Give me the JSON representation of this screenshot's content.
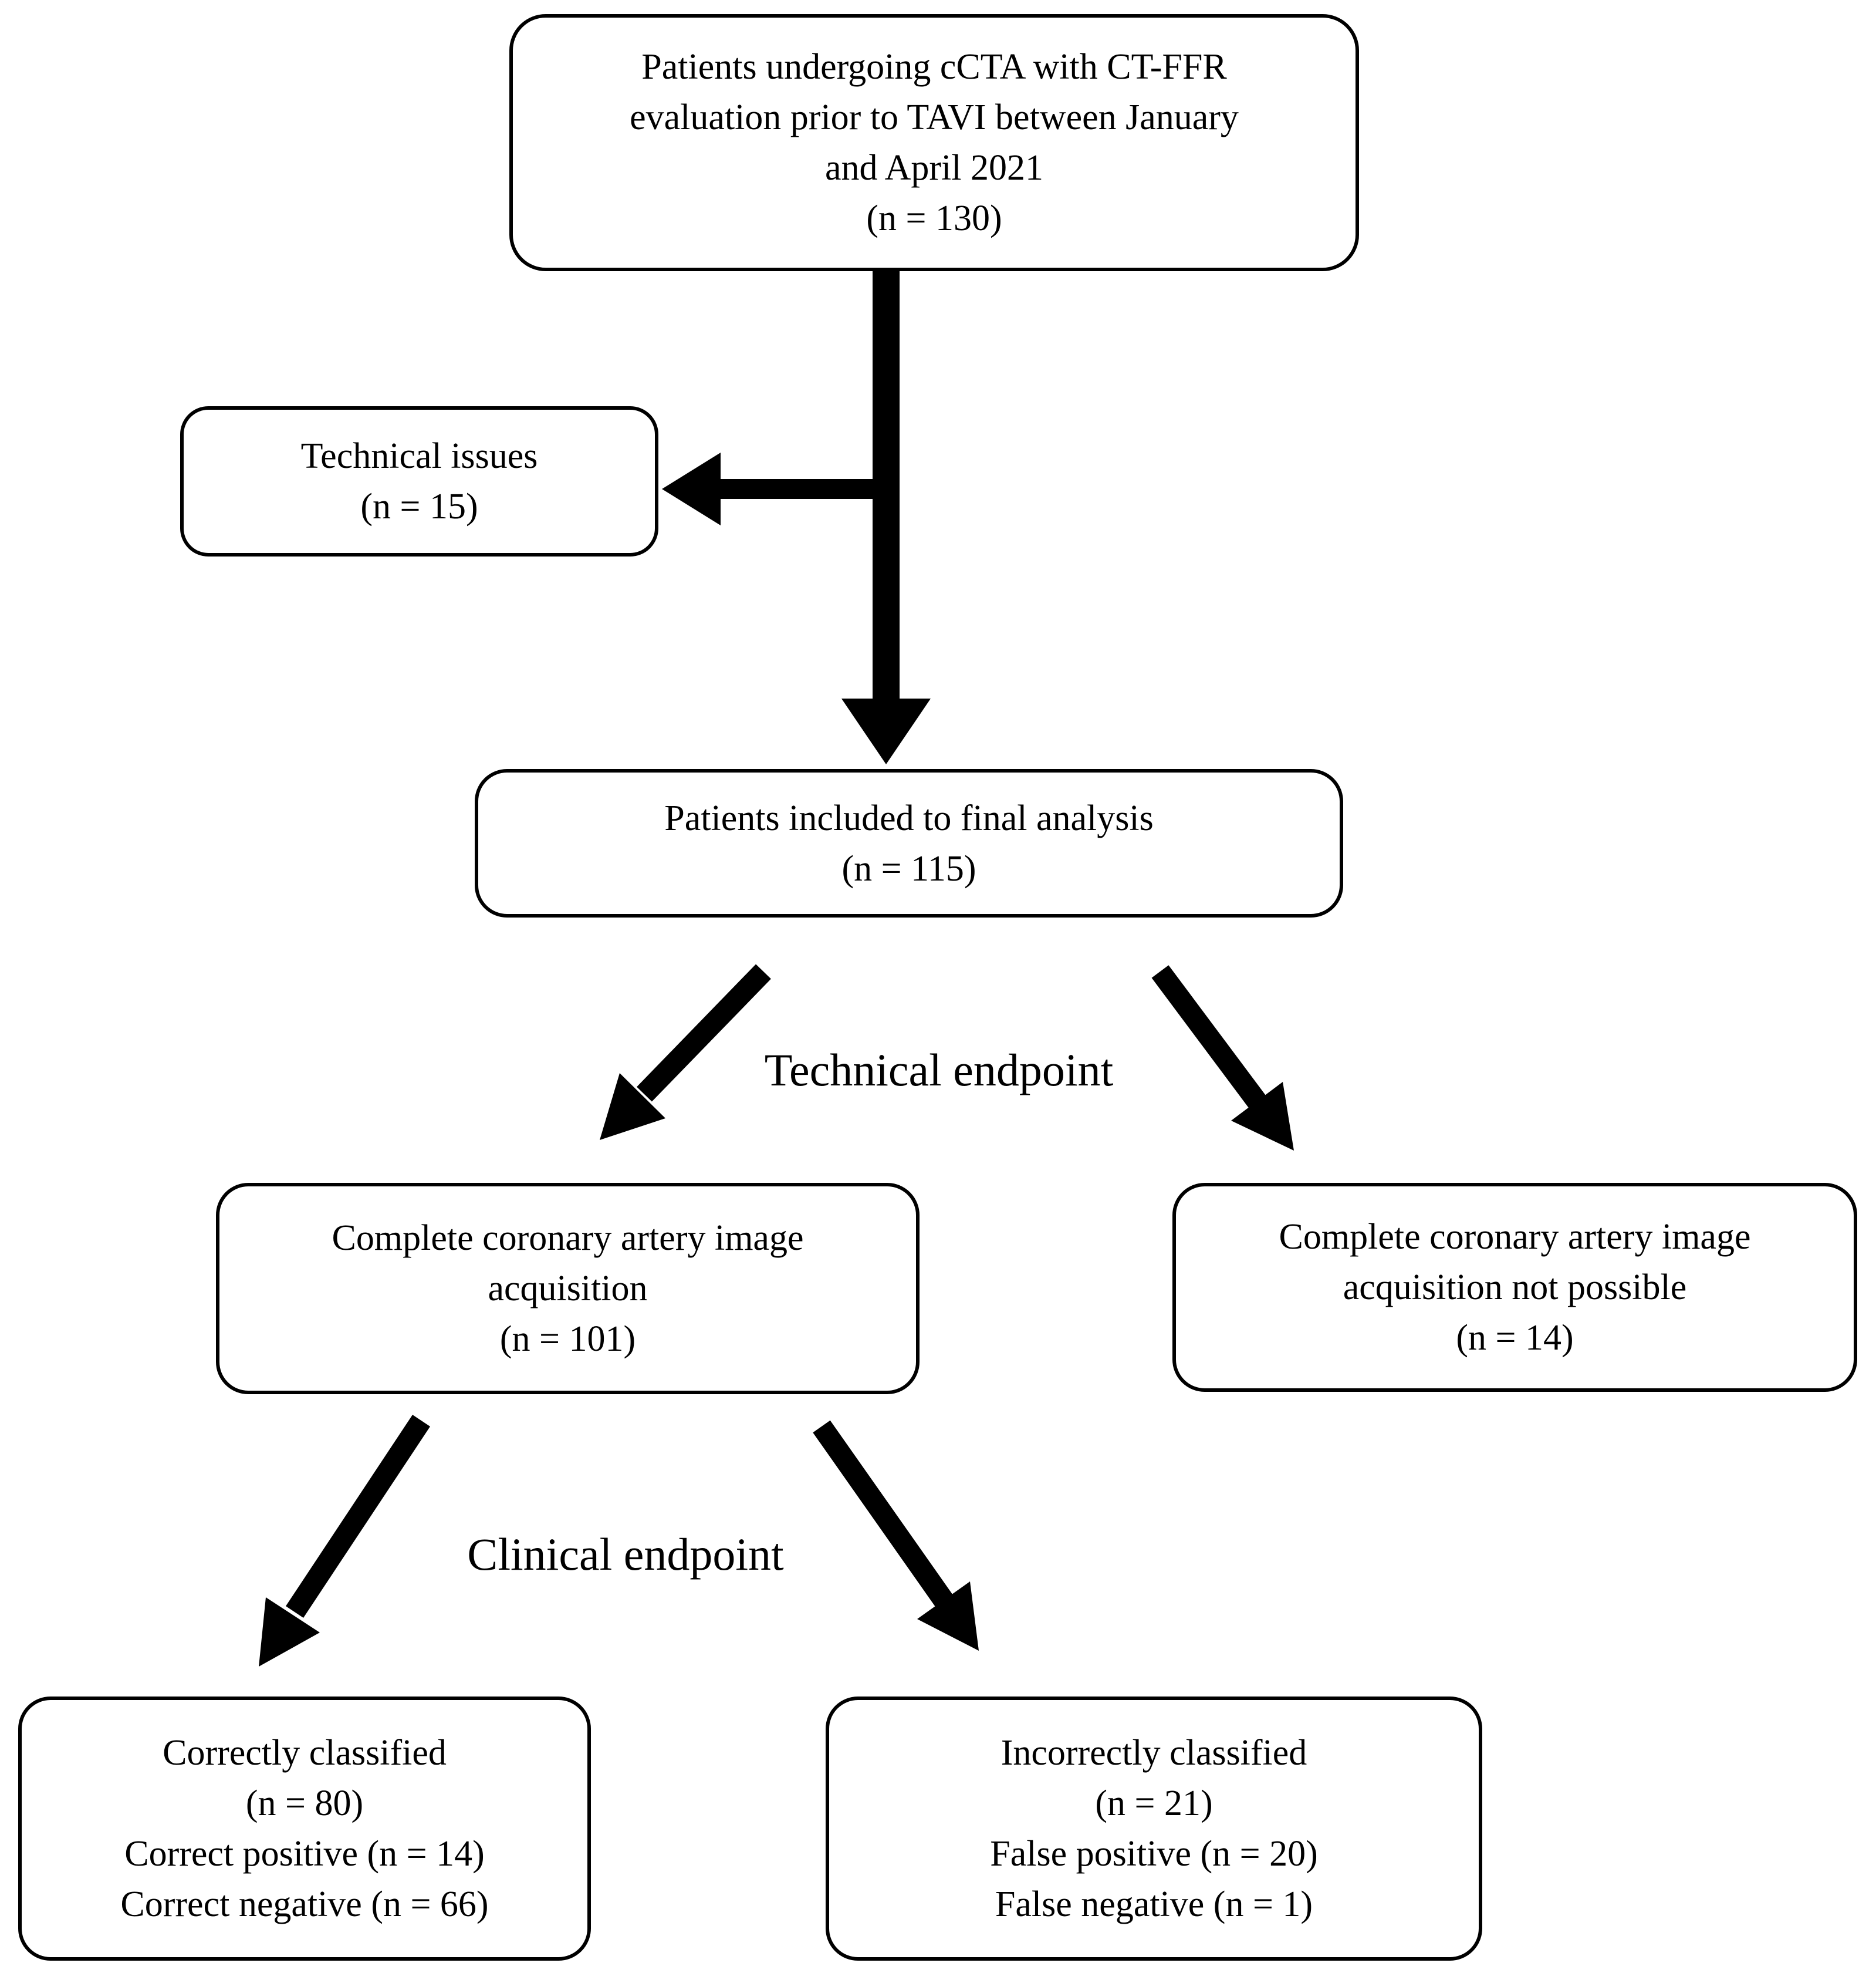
{
  "diagram": {
    "type": "flowchart",
    "background_color": "#ffffff",
    "line_color": "#000000",
    "text_color": "#000000",
    "box_fill_color": "#ffffff"
  },
  "boxes": {
    "enrollment": {
      "lines": [
        "Patients undergoing cCTA with CT-FFR",
        "evaluation prior to TAVI between January",
        "and April 2021",
        "(n = 130)"
      ],
      "n": 130
    },
    "technical_issues": {
      "lines": [
        "Technical issues",
        "(n = 15)"
      ],
      "n": 15
    },
    "final_analysis": {
      "lines": [
        "Patients included to final analysis",
        "(n = 115)"
      ],
      "n": 115
    },
    "complete_acquisition": {
      "lines": [
        "Complete coronary artery image",
        "acquisition",
        "(n = 101)"
      ],
      "n": 101
    },
    "acquisition_not_possible": {
      "lines": [
        "Complete coronary artery image",
        "acquisition not possible",
        "(n = 14)"
      ],
      "n": 14
    },
    "correctly_classified": {
      "lines": [
        "Correctly classified",
        "(n = 80)",
        "Correct positive (n = 14)",
        "Correct negative (n = 66)"
      ],
      "n": 80,
      "correct_positive_n": 14,
      "correct_negative_n": 66
    },
    "incorrectly_classified": {
      "lines": [
        "Incorrectly classified",
        "(n = 21)",
        "False positive (n = 20)",
        "False negative (n = 1)"
      ],
      "n": 21,
      "false_positive_n": 20,
      "false_negative_n": 1
    }
  },
  "labels": {
    "technical_endpoint": "Technical endpoint",
    "clinical_endpoint": "Clinical endpoint"
  },
  "edges": [
    {
      "from": "enrollment",
      "to": "final_analysis"
    },
    {
      "from": "enrollment",
      "to": "technical_issues"
    },
    {
      "from": "final_analysis",
      "to": "complete_acquisition",
      "label": "Technical endpoint"
    },
    {
      "from": "final_analysis",
      "to": "acquisition_not_possible",
      "label": "Technical endpoint"
    },
    {
      "from": "complete_acquisition",
      "to": "correctly_classified",
      "label": "Clinical endpoint"
    },
    {
      "from": "complete_acquisition",
      "to": "incorrectly_classified",
      "label": "Clinical endpoint"
    }
  ]
}
